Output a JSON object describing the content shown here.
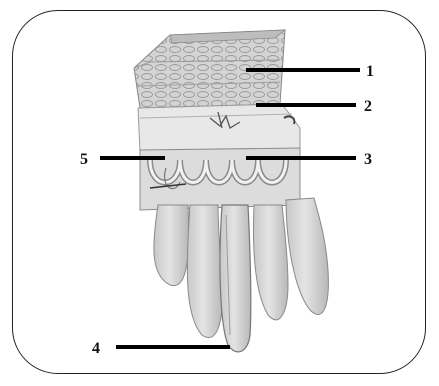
{
  "diagram": {
    "labels": [
      {
        "id": "1",
        "text": "1"
      },
      {
        "id": "2",
        "text": "2"
      },
      {
        "id": "3",
        "text": "3"
      },
      {
        "id": "4",
        "text": "4"
      },
      {
        "id": "5",
        "text": "5"
      }
    ],
    "colors": {
      "tissue_fill": "#d9d9d9",
      "tissue_dark": "#a6a6a6",
      "outline": "#7a7a7a",
      "pointer": "#000000"
    }
  }
}
